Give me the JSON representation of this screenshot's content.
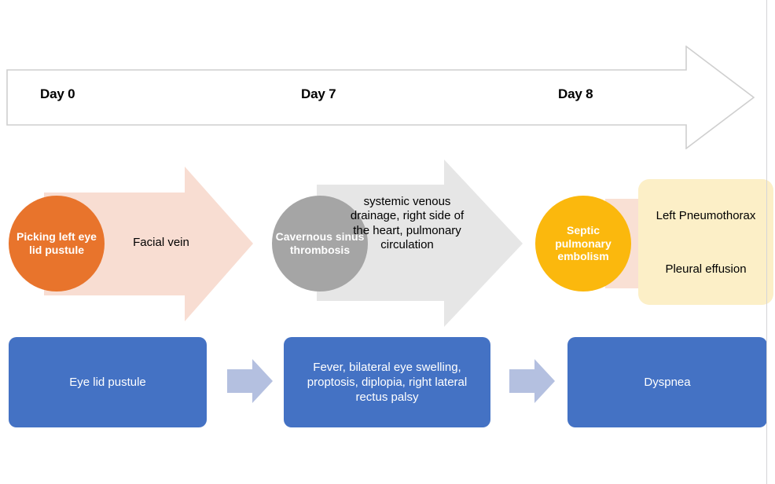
{
  "diagram": {
    "title": "Clinical timeline of disease progression",
    "timeline": {
      "name": "timeline-arrow",
      "labels": [
        {
          "text": "Day 0"
        },
        {
          "text": "Day 7"
        },
        {
          "text": "Day 8"
        }
      ]
    },
    "pathway": {
      "nodes": [
        {
          "id": "node-1",
          "label": "Picking left eye lid pustule",
          "color": "#E8742C"
        },
        {
          "id": "node-2",
          "label": "Cavernous sinus thrombosis",
          "color": "#A5A5A5"
        },
        {
          "id": "node-3",
          "label": "Septic pulmonary embolism",
          "color": "#FBB80D"
        }
      ],
      "connectors": [
        {
          "id": "connector-1",
          "label": "Facial vein",
          "color": "#F8DDD2"
        },
        {
          "id": "connector-2",
          "label": "systemic venous drainage, right side of the heart, pulmonary circulation",
          "color": "#E6E6E6"
        }
      ]
    },
    "findings": {
      "name": "radiologic-findings-box",
      "color": "#FCEFC7",
      "items": [
        {
          "text": "Left Pneumothorax"
        },
        {
          "text": "Pleural effusion"
        }
      ]
    },
    "symptoms": {
      "color": "#4472C4",
      "connector_color": "#B4C0E0",
      "boxes": [
        {
          "id": "symptom-1",
          "text": "Eye lid pustule"
        },
        {
          "id": "symptom-2",
          "text": "Fever, bilateral eye swelling, proptosis, diplopia, right lateral rectus palsy"
        },
        {
          "id": "symptom-3",
          "text": "Dyspnea"
        }
      ]
    }
  }
}
